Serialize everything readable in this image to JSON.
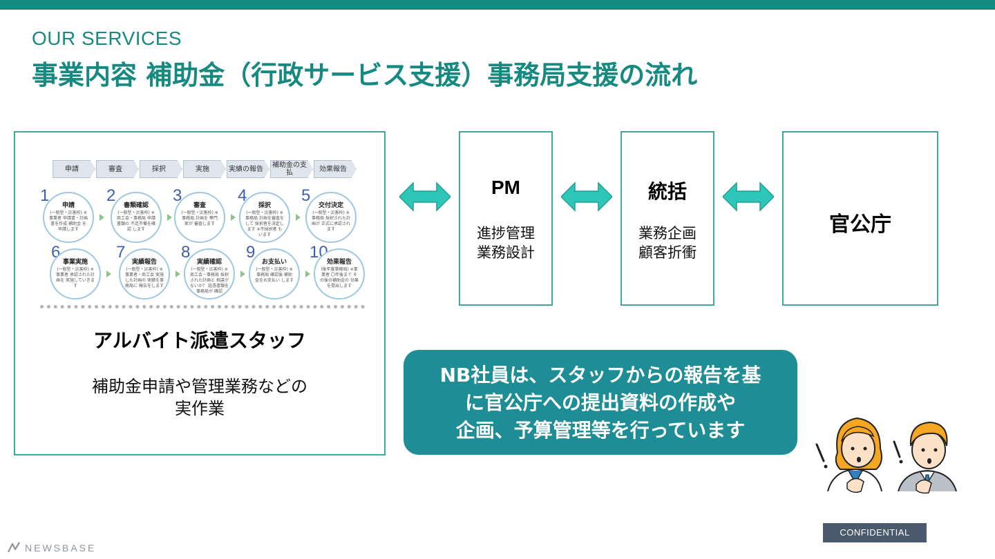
{
  "header": {
    "eyebrow": "OUR SERVICES",
    "title": "事業内容 補助金（行政サービス支援）事務局支援の流れ"
  },
  "process": {
    "steps": [
      "申請",
      "審査",
      "採択",
      "実施",
      "実績の報告",
      "補助金の支払",
      "効果報告"
    ],
    "nodes": [
      {
        "num": "1",
        "title": "申請",
        "desc": "(一般型・災害枠) ※事業者 申請書・計画書を作成 補助金 を申請します"
      },
      {
        "num": "2",
        "title": "書類確認",
        "desc": "(一般型・災害枠) ※商工会・事務局 申請書類の 不足不備を確認 します"
      },
      {
        "num": "3",
        "title": "審査",
        "desc": "(一般型・災害枠) ※事務局 計画を 専門家が 審査します"
      },
      {
        "num": "4",
        "title": "採択",
        "desc": "(一般型・災害枠) ※事務局 計画を審査をして 採択者を決定します ※不採択者 もいます"
      },
      {
        "num": "5",
        "title": "交付決定",
        "desc": "(一般型・災害枠) ※事務局 採択された計画が 正式に承認されます"
      },
      {
        "num": "6",
        "title": "事業実施",
        "desc": "(一般型・災害枠) ※事業者 承認された計画を 実施していきます"
      },
      {
        "num": "7",
        "title": "実績報告",
        "desc": "(一般型・災害枠) ※事業者・商工会 実施した計画の 実績を事務局に 報告をします"
      },
      {
        "num": "8",
        "title": "実績確認",
        "desc": "(一般型・災害枠) ※商工会・事務局 採択された計画と 相違がないか？ 証憑書類を事務局が 確認"
      },
      {
        "num": "9",
        "title": "お支払い",
        "desc": "(一般型・災害枠) ※事務局 確認後 補助金をお支払い します"
      },
      {
        "num": "10",
        "title": "効果報告",
        "desc": "(後年度事務局) ※事業者 〇年後まで その後の補助金の 効果を提出します"
      }
    ]
  },
  "staff": {
    "title": "アルバイト派遣スタッフ",
    "desc_line1": "補助金申請や管理業務などの",
    "desc_line2": "実作業"
  },
  "pm": {
    "title": "PM",
    "line1": "進捗管理",
    "line2": "業務設計"
  },
  "tokatsu": {
    "title": "統括",
    "line1": "業務企画",
    "line2": "顧客折衝"
  },
  "kancho": {
    "title": "官公庁"
  },
  "callout": {
    "line1": "NB社員は、スタッフからの報告を基",
    "line2": "に官公庁への提出資料の作成や",
    "line3": "企画、予算管理等を行っています"
  },
  "footer": {
    "confidential": "CONFIDENTIAL",
    "brand": "NEWSBASE"
  },
  "colors": {
    "brand_teal": "#168a80",
    "box_border": "#3ba89c",
    "arrow": "#2ec6b8",
    "callout_bg": "#1e8d96",
    "confidential_bg": "#4a5a6c"
  }
}
